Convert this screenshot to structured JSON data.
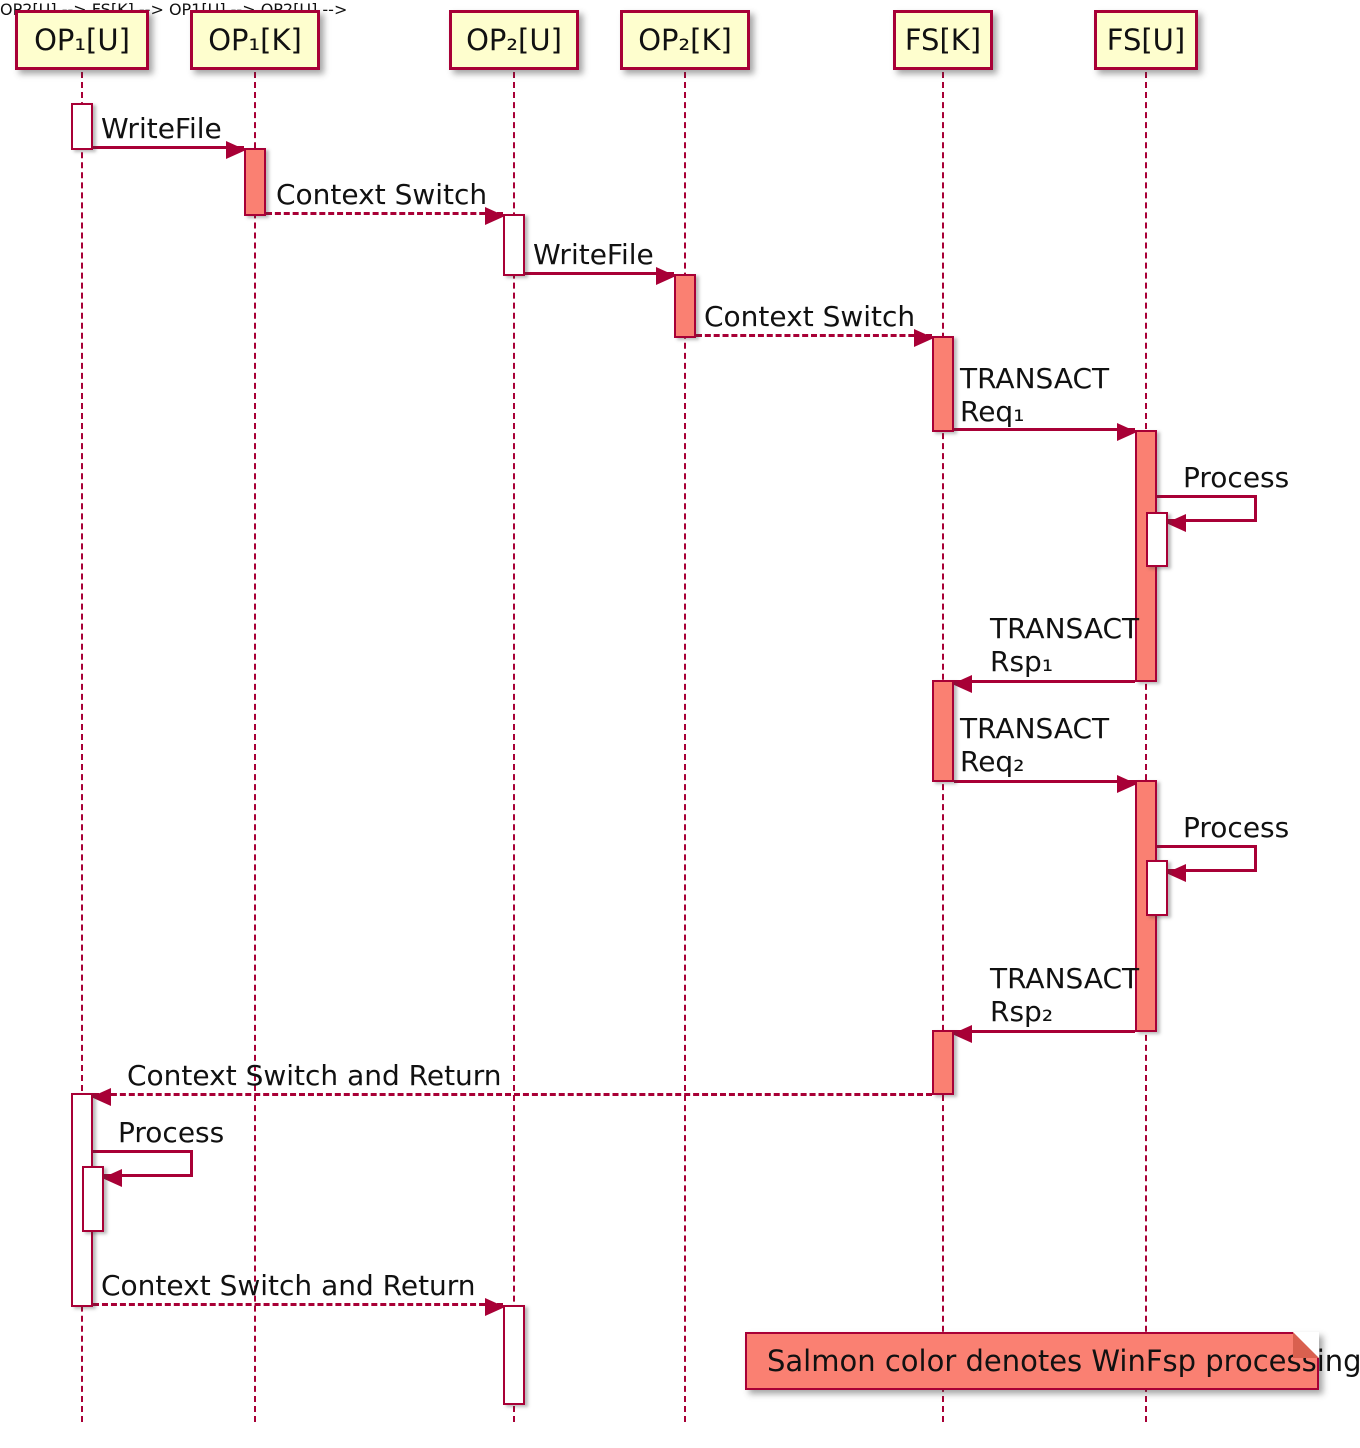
{
  "participants": [
    {
      "label": "OP₁[U]"
    },
    {
      "label": "OP₁[K]"
    },
    {
      "label": "OP₂[U]"
    },
    {
      "label": "OP₂[K]"
    },
    {
      "label": "FS[K]"
    },
    {
      "label": "FS[U]"
    }
  ],
  "messages": [
    {
      "label": "WriteFile"
    },
    {
      "label": "Context Switch"
    },
    {
      "label": "WriteFile"
    },
    {
      "label": "Context Switch"
    },
    {
      "line1": "TRANSACT",
      "line2": "Req₁"
    },
    {
      "label": "Process"
    },
    {
      "line1": "TRANSACT",
      "line2": "Rsp₁"
    },
    {
      "line1": "TRANSACT",
      "line2": "Req₂"
    },
    {
      "label": "Process"
    },
    {
      "line1": "TRANSACT",
      "line2": "Rsp₂"
    },
    {
      "label": "Context Switch and Return"
    },
    {
      "label": "Process"
    },
    {
      "label": "Context Switch and Return"
    }
  ],
  "note": {
    "text": "Salmon color denotes WinFsp processing."
  },
  "colors": {
    "line": "#A80036",
    "participant_fill": "#FEFECE",
    "activation_winfsp": "#FA8072",
    "activation_default": "#FFFFFF",
    "note_fill": "#FA8072"
  }
}
